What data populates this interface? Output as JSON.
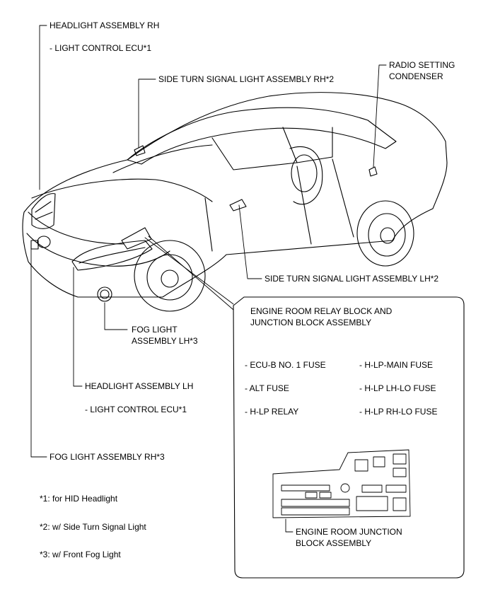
{
  "callouts": {
    "headlight_rh": "HEADLIGHT ASSEMBLY RH",
    "headlight_rh_ecu": "- LIGHT CONTROL ECU*1",
    "side_turn_rh": "SIDE TURN SIGNAL LIGHT ASSEMBLY RH*2",
    "radio_condenser": "RADIO SETTING\nCONDENSER",
    "side_turn_lh": "SIDE TURN SIGNAL LIGHT ASSEMBLY  LH*2",
    "fog_lh": "FOG LIGHT\nASSEMBLY LH*3",
    "headlight_lh": "HEADLIGHT ASSEMBLY LH",
    "headlight_lh_ecu": "- LIGHT CONTROL ECU*1",
    "fog_rh": "FOG LIGHT ASSEMBLY RH*3"
  },
  "relay_box": {
    "title": "ENGINE ROOM RELAY BLOCK AND\nJUNCTION BLOCK ASSEMBLY",
    "items_left": [
      "- ECU-B NO. 1 FUSE",
      "- ALT FUSE",
      "- H-LP RELAY"
    ],
    "items_right": [
      "- H-LP-MAIN FUSE",
      "- H-LP LH-LO FUSE",
      "- H-LP RH-LO FUSE"
    ],
    "junction_label": "ENGINE ROOM JUNCTION\nBLOCK ASSEMBLY"
  },
  "footnotes": [
    "*1: for HID Headlight",
    "*2: w/ Side Turn Signal Light",
    "*3: w/ Front Fog Light"
  ]
}
